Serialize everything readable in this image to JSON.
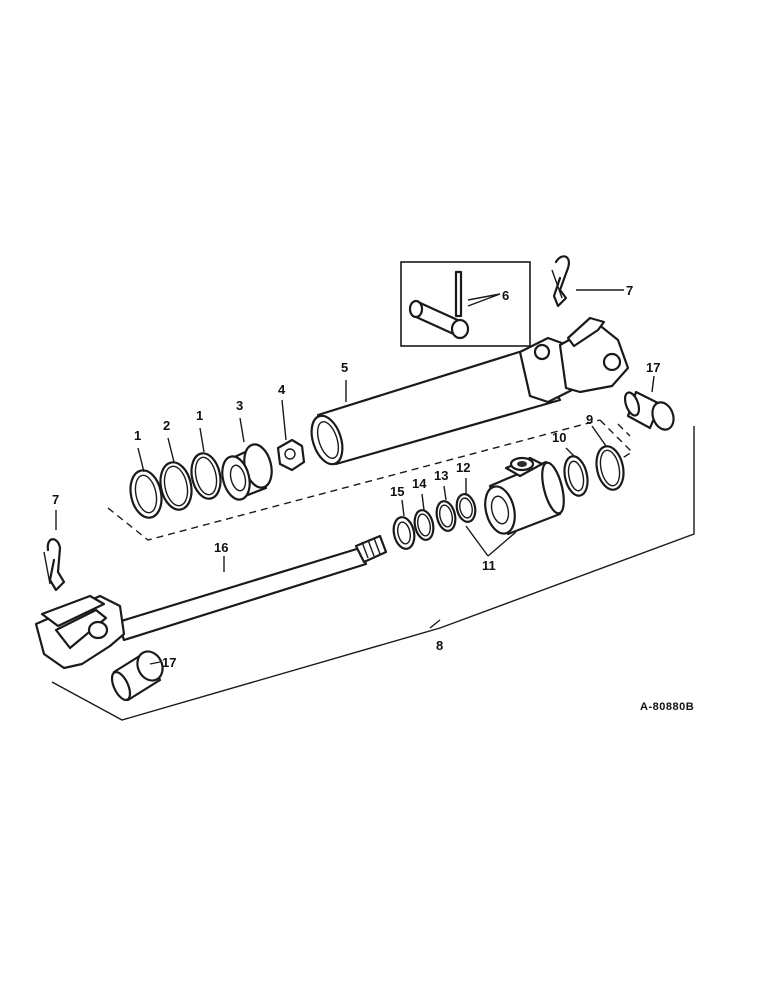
{
  "diagram": {
    "reference_code": "A-80880B",
    "callouts": {
      "c1a": "1",
      "c2": "2",
      "c1b": "1",
      "c3": "3",
      "c4": "4",
      "c5": "5",
      "c6": "6",
      "c7a": "7",
      "c7b": "7",
      "c8": "8",
      "c9": "9",
      "c10": "10",
      "c11": "11",
      "c12": "12",
      "c13": "13",
      "c14": "14",
      "c15": "15",
      "c16": "16",
      "c17a": "17",
      "c17b": "17"
    }
  }
}
